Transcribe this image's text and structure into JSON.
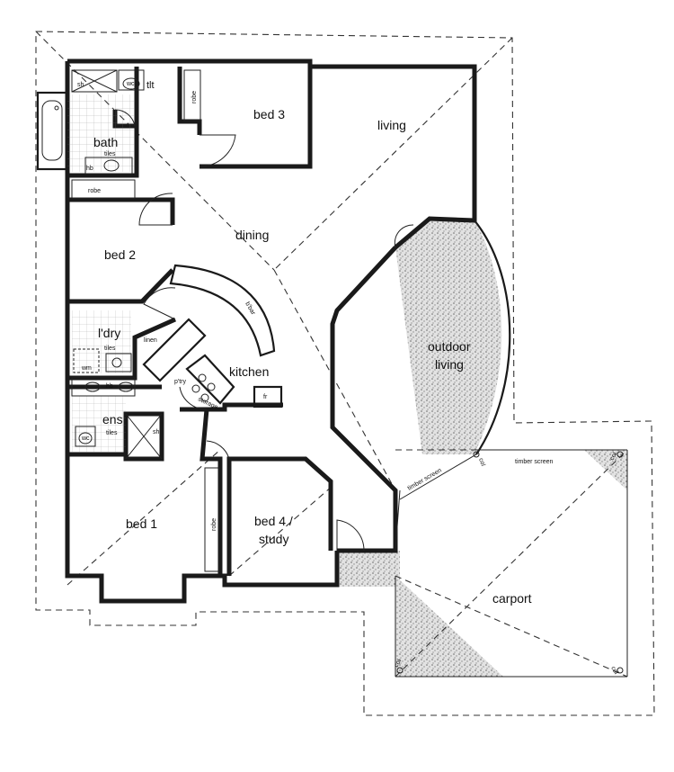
{
  "rooms": {
    "bed3": "bed 3",
    "living": "living",
    "bath": "bath",
    "dining": "dining",
    "bed2": "bed 2",
    "laundry": "l'dry",
    "kitchen": "kitchen",
    "outdoor_1": "outdoor",
    "outdoor_2": "living",
    "ens": "ens",
    "bed1": "bed 1",
    "bed4_1": "bed 4 /",
    "bed4_2": "study",
    "carport": "carport"
  },
  "fixtures": {
    "sh_bath": "sh",
    "wc_top": "wc",
    "tlt": "tlt",
    "robe_bed3": "robe",
    "bath_tiles": "tiles",
    "hb_bath": "hb",
    "robe_bed2": "robe",
    "b_bar": "b'bar",
    "laundry_tiles": "tiles",
    "linen": "linen",
    "wm": "wm",
    "ptry": "p'try",
    "fr": "fr",
    "storage": "storage",
    "hb_ens": "hb",
    "wc_ens": "wc",
    "ens_tiles": "tiles",
    "sh_ens": "sh",
    "robe_bed1": "robe",
    "timber_screen_1": "timber screen",
    "timber_screen_2": "timber screen",
    "col_1": "col",
    "col_2": "col",
    "col_3": "col",
    "col_4": "col"
  }
}
